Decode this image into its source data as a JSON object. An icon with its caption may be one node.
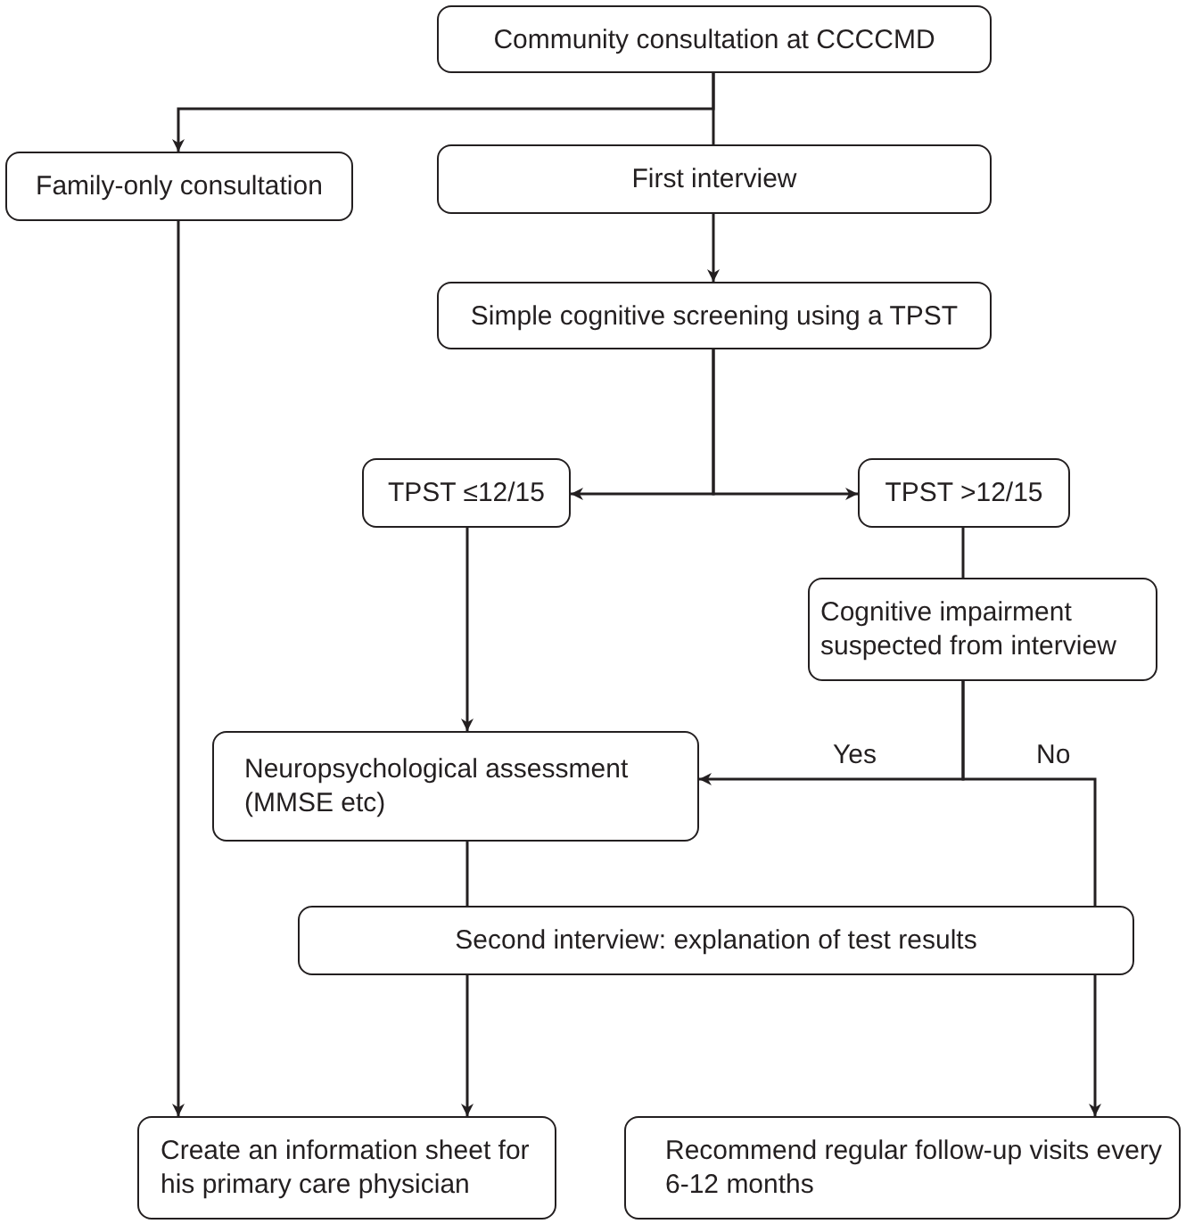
{
  "diagram": {
    "nodes": [
      {
        "text": [
          "Community consultation at CCCCMD"
        ]
      },
      {
        "text": [
          "Family-only consultation"
        ]
      },
      {
        "text": [
          "First interview"
        ]
      },
      {
        "text": [
          "Simple cognitive screening using a TPST"
        ]
      },
      {
        "text": [
          "TPST ≤12/15"
        ]
      },
      {
        "text": [
          "TPST >12/15"
        ]
      },
      {
        "text": [
          "Cognitive impairment suspected from interview"
        ]
      },
      {
        "text": [
          "Neuropsychological assessment (MMSE etc)"
        ]
      },
      {
        "text": [
          "Second interview: explanation of test results"
        ]
      },
      {
        "text": [
          "Create an information sheet for his primary care physician"
        ]
      },
      {
        "text": [
          "Recommend regular follow-up visits every 6-12 months"
        ]
      }
    ],
    "edges": [
      {
        "from": 0,
        "to": 1,
        "arrow": "to"
      },
      {
        "from": 0,
        "to": 2,
        "arrow": "none"
      },
      {
        "from": 2,
        "to": 3,
        "arrow": "to"
      },
      {
        "from": 3,
        "to": 4,
        "arrow": "to"
      },
      {
        "from": 3,
        "to": 5,
        "arrow": "to"
      },
      {
        "from": 1,
        "to": 9,
        "arrow": "to"
      },
      {
        "from": 4,
        "to": 7,
        "arrow": "to"
      },
      {
        "from": 5,
        "to": 6,
        "arrow": "none"
      },
      {
        "from": 6,
        "to": 7,
        "arrow": "to",
        "label": "Yes"
      },
      {
        "from": 6,
        "to": 8,
        "arrow": "none",
        "label": "No"
      },
      {
        "from": 7,
        "to": 8,
        "arrow": "none"
      },
      {
        "from": 8,
        "to": 9,
        "arrow": "to"
      },
      {
        "from": 8,
        "to": 10,
        "arrow": "to"
      }
    ]
  }
}
